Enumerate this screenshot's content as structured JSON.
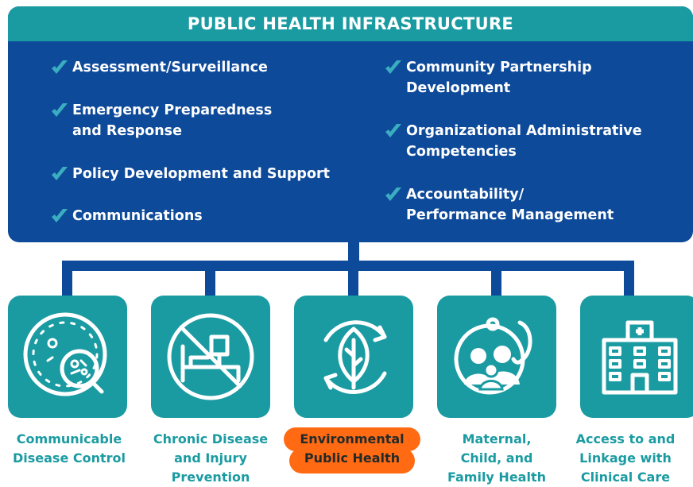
{
  "header": {
    "title": "PUBLIC HEALTH INFRASTRUCTURE"
  },
  "left_items": [
    {
      "label": "Assessment/Surveillance"
    },
    {
      "label": "Emergency Preparedness\nand Response"
    },
    {
      "label": "Policy Development and Support"
    },
    {
      "label": "Communications"
    }
  ],
  "right_items": [
    {
      "label": "Community Partnership\nDevelopment"
    },
    {
      "label": "Organizational Administrative\nCompetencies"
    },
    {
      "label": "Accountability/\nPerformance Management"
    }
  ],
  "areas": [
    {
      "label": "Communicable\nDisease Control",
      "icon": "petri-dish-icon"
    },
    {
      "label": "Chronic Disease\nand Injury\nPrevention",
      "icon": "no-hospital-bed-icon"
    },
    {
      "label": "Environmental\nPublic Health",
      "icon": "leaf-cycle-icon",
      "highlighted": true
    },
    {
      "label": "Maternal,\nChild, and\nFamily Health",
      "icon": "family-stethoscope-icon"
    },
    {
      "label": "Access to and\nLinkage with\nClinical Care",
      "icon": "hospital-building-icon"
    }
  ],
  "colors": {
    "navy": "#0e4a9a",
    "teal": "#1a9ba2",
    "check": "#3aaec0",
    "highlight": "#ff6a13"
  }
}
